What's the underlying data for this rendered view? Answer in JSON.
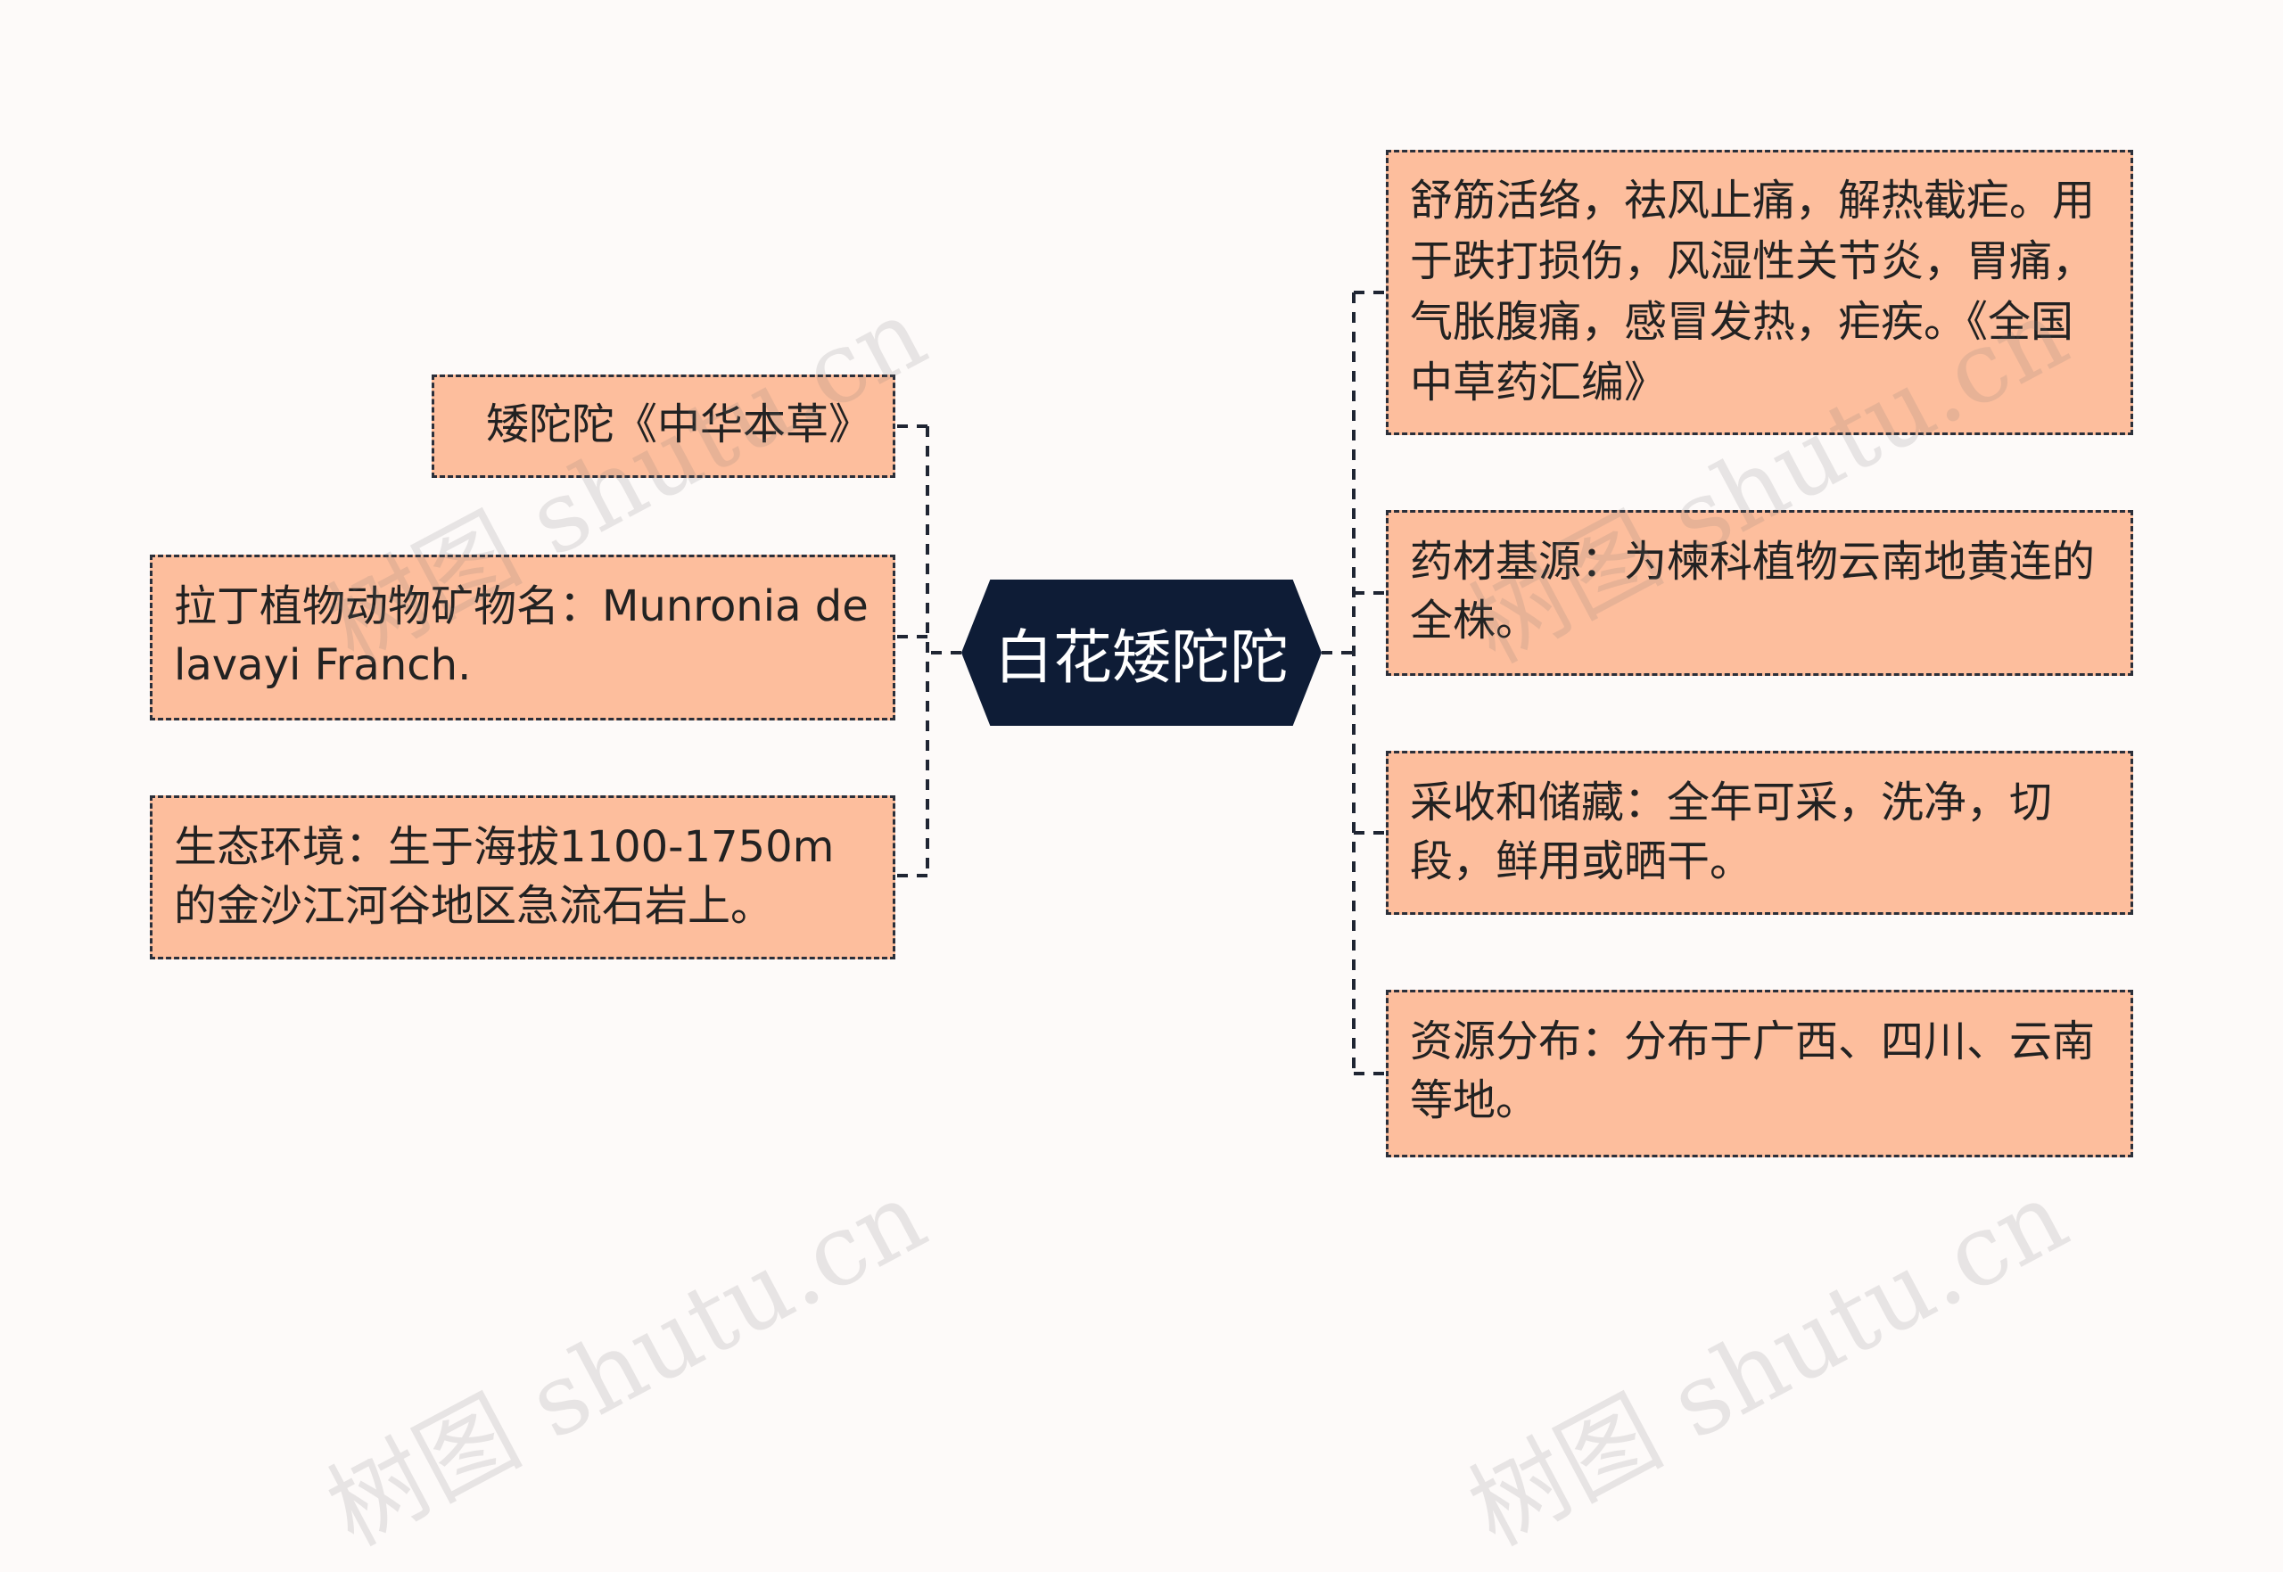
{
  "root": {
    "label": "白花矮陀陀"
  },
  "left_branches": [
    {
      "text": "矮陀陀《中华本草》"
    },
    {
      "text": "拉丁植物动物矿物名：Munronia delavayi Franch."
    },
    {
      "text": "生态环境：生于海拔1100-1750m的金沙江河谷地区急流石岩上。"
    }
  ],
  "right_branches": [
    {
      "text": "舒筋活络，祛风止痛，解热截疟。用于跌打损伤，风湿性关节炎，胃痛，气胀腹痛，感冒发热，疟疾。《全国中草药汇编》"
    },
    {
      "text": "药材基源：为楝科植物云南地黄连的全株。"
    },
    {
      "text": "采收和储藏：全年可采，洗净，切段，鲜用或晒干。"
    },
    {
      "text": "资源分布：分布于广西、四川、云南等地。"
    }
  ],
  "watermark": {
    "text": "树图 shutu.cn"
  },
  "colors": {
    "root_fill": "#0e1c36",
    "node_fill": "#fdbe9d",
    "border": "#2b2f3a",
    "background": "#fdfaf9"
  }
}
